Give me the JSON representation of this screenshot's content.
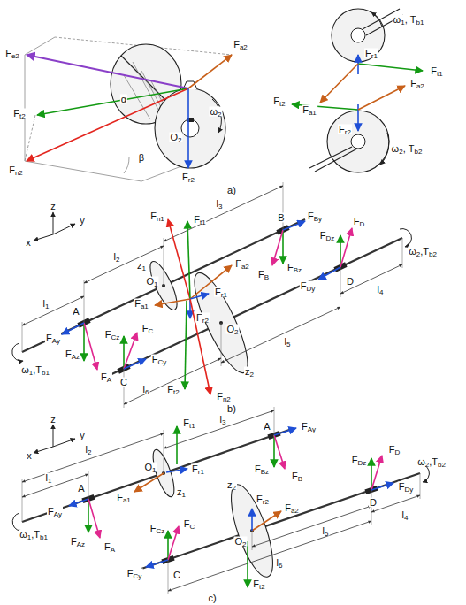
{
  "diagram": {
    "labels": [
      "Fe2",
      "Fa2",
      "α",
      "Ft2",
      "Fn2",
      "β",
      "ω2",
      "O2",
      "Fr2",
      "ω1, Tb1",
      "Fr1",
      "Ft1",
      "Fa1",
      "Fa2",
      "Ft2",
      "Fr2",
      "ω2, Tb2",
      "a)",
      "z",
      "x",
      "y",
      "Fn1",
      "Ft1",
      "l3",
      "z1",
      "O1",
      "Fr1",
      "Fa2",
      "Fa1",
      "Fr2",
      "l2",
      "l1",
      "A",
      "FAy",
      "FAz",
      "FA",
      "FCz",
      "FC",
      "FCy",
      "C",
      "ω1,Tb1",
      "B",
      "FD",
      "FBy",
      "FBz",
      "FB",
      "FDz",
      "FDy",
      "D",
      "ω2,Tb2",
      "l4",
      "l5",
      "l6",
      "z2",
      "O2",
      "Ft2",
      "Fn2",
      "b)",
      "z",
      "x",
      "y",
      "Ft1",
      "l3",
      "A",
      "FAy",
      "FBz",
      "FB",
      "FD",
      "FDz",
      "FDy",
      "D",
      "ω2,Tb2",
      "l4",
      "O1",
      "z1",
      "Fr1",
      "Fa1",
      "l2",
      "A",
      "FAy",
      "FAz",
      "FA",
      "l1",
      "ω1,Tb1",
      "z2",
      "Fa2",
      "Fr2",
      "O2",
      "l5",
      "FC",
      "FCz",
      "FCy",
      "C",
      "l6",
      "Ft2",
      "c)"
    ]
  }
}
